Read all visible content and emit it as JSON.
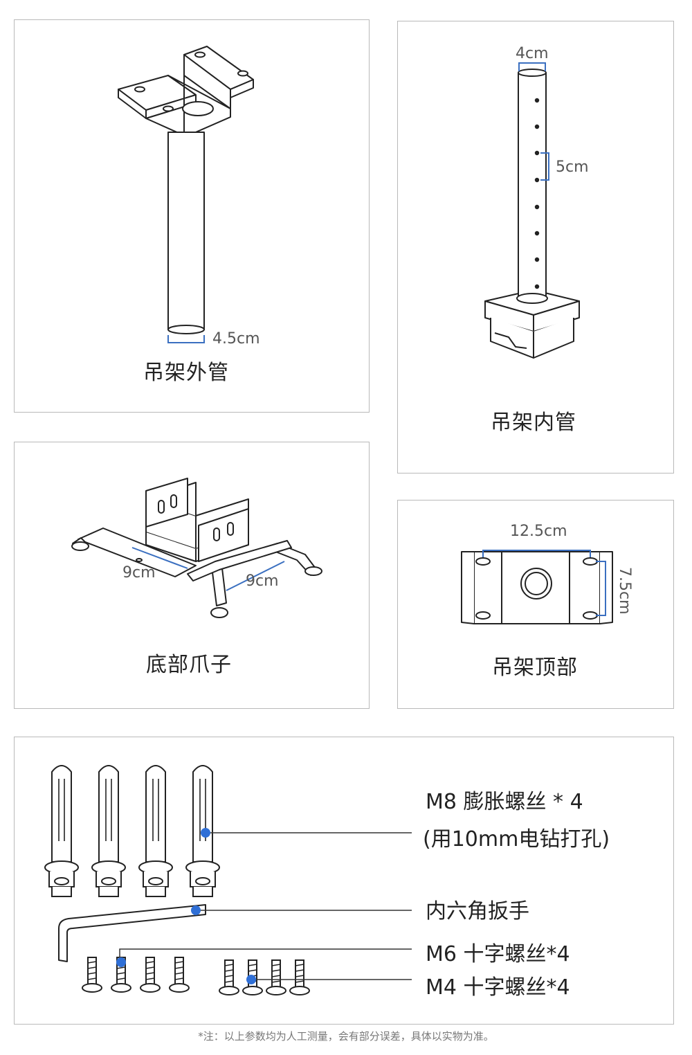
{
  "panels": {
    "outer_tube": {
      "caption": "吊架外管",
      "dim": "4.5cm"
    },
    "inner_tube": {
      "caption": "吊架内管",
      "dim_width": "4cm",
      "dim_spacing": "5cm"
    },
    "claw": {
      "caption": "底部爪子",
      "dim_left": "9cm",
      "dim_right": "9cm"
    },
    "top_plate": {
      "caption": "吊架顶部",
      "dim_width": "12.5cm",
      "dim_height": "7.5cm"
    }
  },
  "accessories": {
    "bolts_line1": "M8 膨胀螺丝 * 4",
    "bolts_line2": "(用10mm电钻打孔)",
    "hex_key": "内六角扳手",
    "m6": "M6 十字螺丝*4",
    "m4": "M4 十字螺丝*4"
  },
  "colors": {
    "accent": "#2f6fd6",
    "dimension_line": "#3a6fc0",
    "border": "#b9b9b9"
  },
  "footnote": "*注：以上参数均为人工测量，会有部分误差，具体以实物为准。"
}
